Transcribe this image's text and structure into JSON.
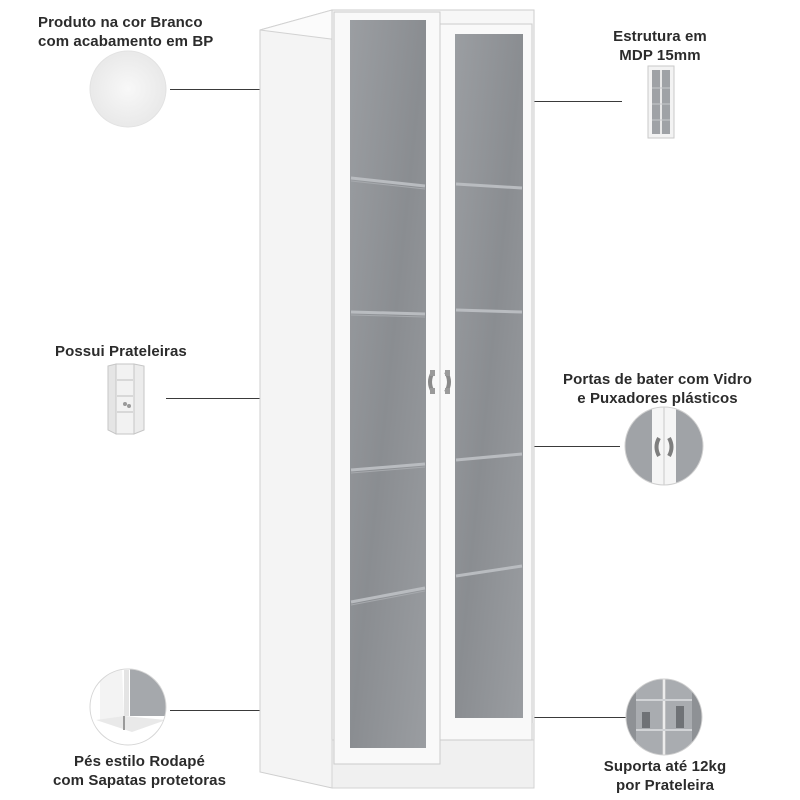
{
  "features": {
    "cor": {
      "line1": "Produto na cor Branco",
      "line2": "com acabamento em BP"
    },
    "estrutura": {
      "line1": "Estrutura em",
      "line2": "MDP 15mm"
    },
    "prateleiras": {
      "line1": "Possui Prateleiras"
    },
    "portas": {
      "line1": "Portas de bater com Vidro",
      "line2": "e Puxadores plásticos"
    },
    "pes": {
      "line1": "Pés estilo Rodapé",
      "line2": "com Sapatas protetoras"
    },
    "suporta": {
      "line1": "Suporta até 12kg",
      "line2": "por Prateleira"
    }
  },
  "colors": {
    "cabinet": "#f7f7f7",
    "glass": "#8f9296",
    "text": "#2b2b2b"
  }
}
